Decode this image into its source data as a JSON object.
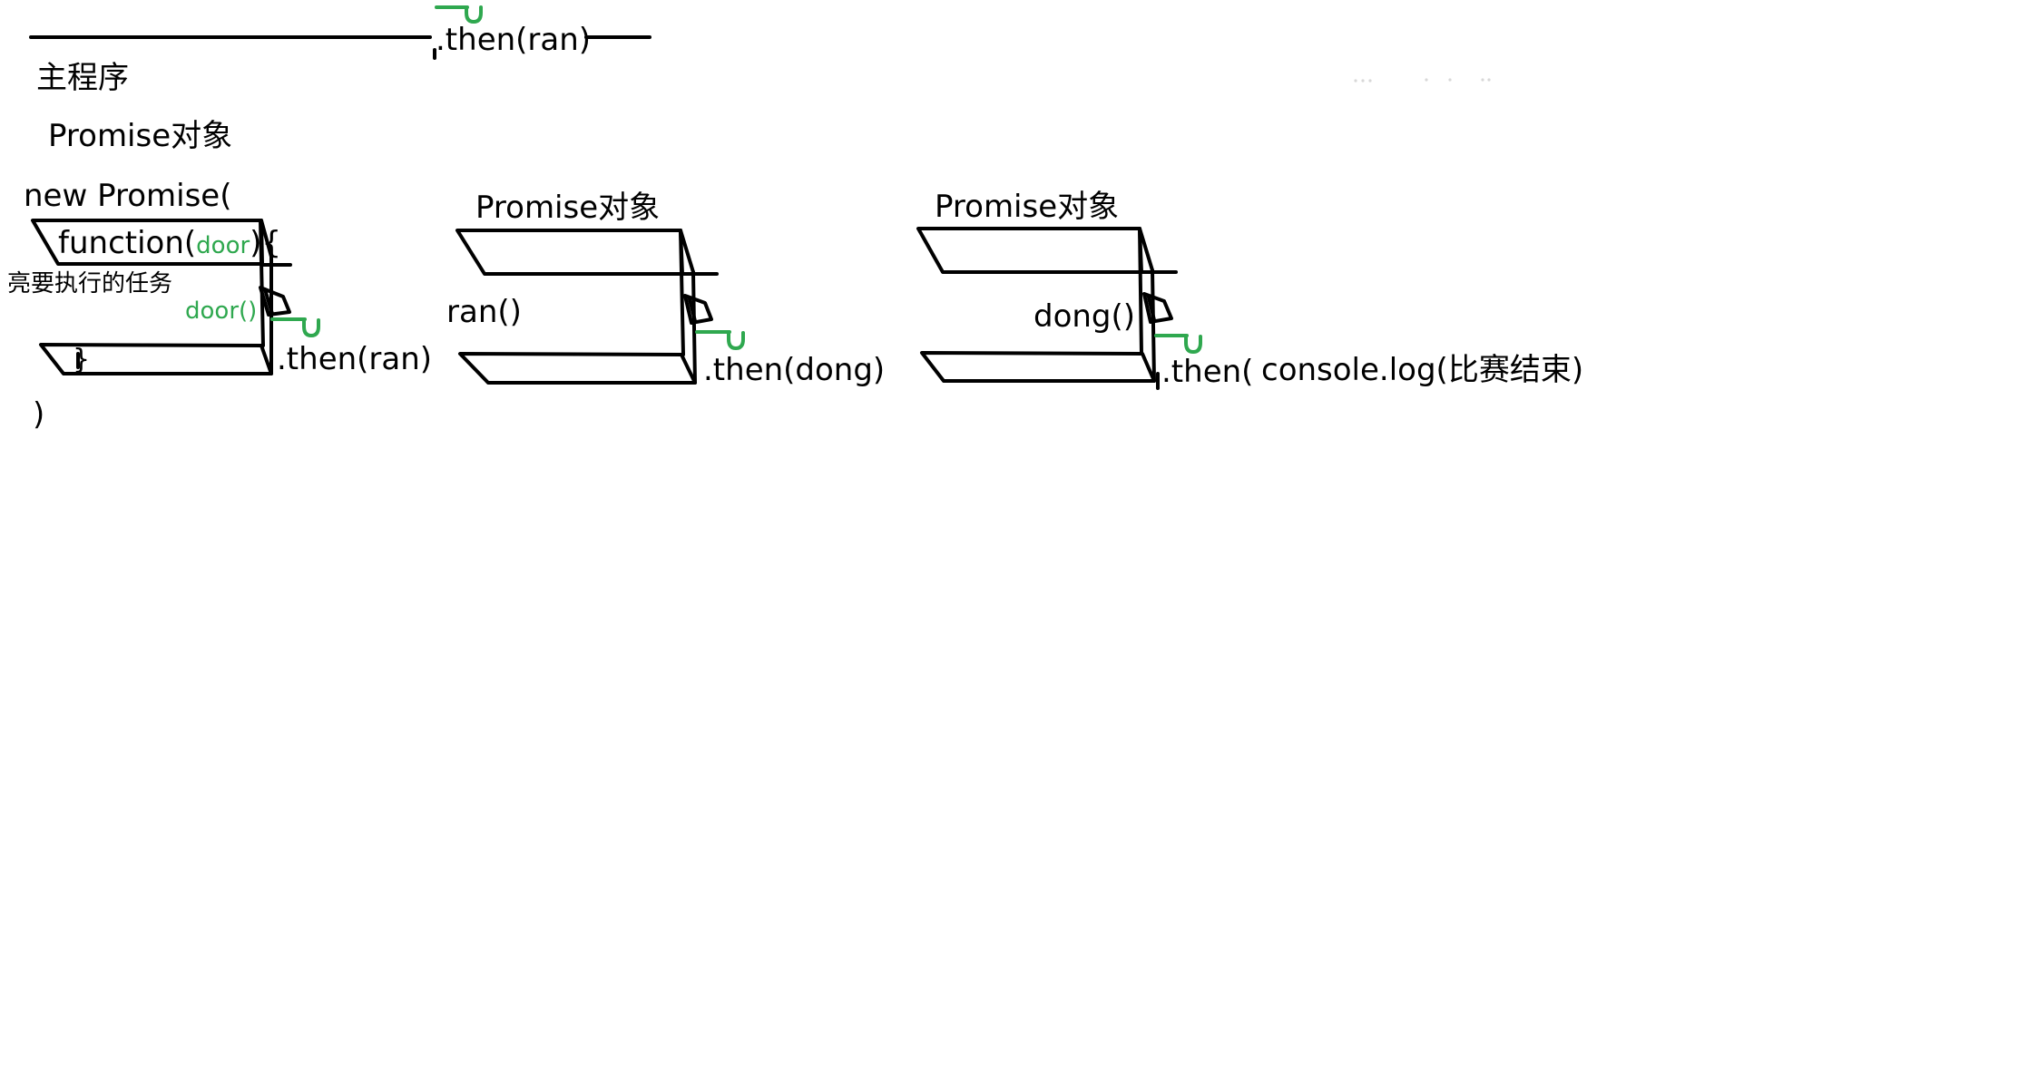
{
  "top": {
    "then_label": ".then(ran)",
    "main_program": "主程序"
  },
  "box1": {
    "title": "Promise对象",
    "new_promise": "new Promise(",
    "function_open": "function(",
    "door_param": "door",
    "function_close": "){",
    "task_label": "亮要执行的任务",
    "door_call": "door()",
    "close_brace": "}",
    "close_paren": ")",
    "then_label": ".then(ran)"
  },
  "box2": {
    "title": "Promise对象",
    "call": "ran()",
    "then_label": ".then(dong)"
  },
  "box3": {
    "title": "Promise对象",
    "call": "dong()",
    "then_label": ".then(",
    "log_label": "console.log(比赛结束)"
  },
  "colors": {
    "stroke": "#000000",
    "accent": "#2fa84f"
  }
}
